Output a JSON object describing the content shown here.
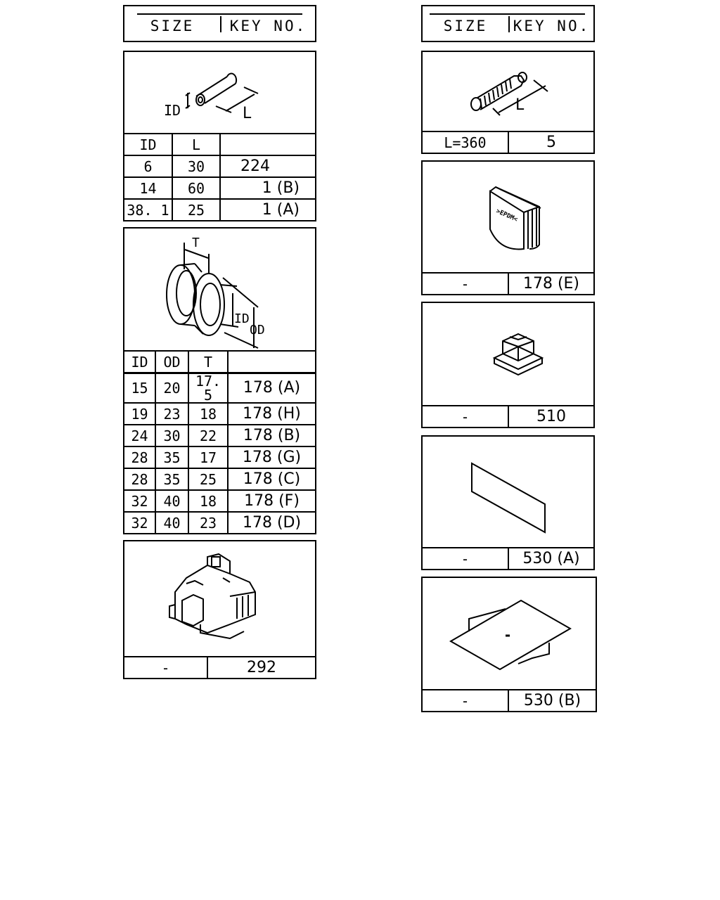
{
  "header": {
    "size_label": "SIZE",
    "key_label": "KEY NO."
  },
  "hose": {
    "dim_id": "ID",
    "dim_l": "L",
    "columns": [
      "ID",
      "L",
      ""
    ],
    "rows": [
      {
        "id": "6",
        "l": "30",
        "key": "224"
      },
      {
        "id": "14",
        "l": "60",
        "key": "1 (B)"
      },
      {
        "id": "38. 1",
        "l": "25",
        "key": "1 (A)"
      }
    ]
  },
  "grommet": {
    "dim_t": "T",
    "dim_id": "ID",
    "dim_od": "OD",
    "columns": [
      "ID",
      "OD",
      "T",
      ""
    ],
    "rows": [
      {
        "id": "15",
        "od": "20",
        "t": "17. 5",
        "key": "178 (A)"
      },
      {
        "id": "19",
        "od": "23",
        "t": "18",
        "key": "178 (H)"
      },
      {
        "id": "24",
        "od": "30",
        "t": "22",
        "key": "178 (B)"
      },
      {
        "id": "28",
        "od": "35",
        "t": "17",
        "key": "178 (G)"
      },
      {
        "id": "28",
        "od": "35",
        "t": "25",
        "key": "178 (C)"
      },
      {
        "id": "32",
        "od": "40",
        "t": "18",
        "key": "178 (F)"
      },
      {
        "id": "32",
        "od": "40",
        "t": "23",
        "key": "178 (D)"
      }
    ]
  },
  "connector_part": {
    "size": "-",
    "key": "292"
  },
  "corrugated_tube": {
    "dim_l": "L",
    "size": "L=360",
    "key": "5"
  },
  "plug": {
    "label": ">EPDM<",
    "size": "-",
    "key": "178 (E)"
  },
  "clip": {
    "size": "-",
    "key": "510"
  },
  "tape": {
    "size": "-",
    "key": "530 (A)"
  },
  "sheet": {
    "size": "-",
    "key": "530 (B)"
  }
}
